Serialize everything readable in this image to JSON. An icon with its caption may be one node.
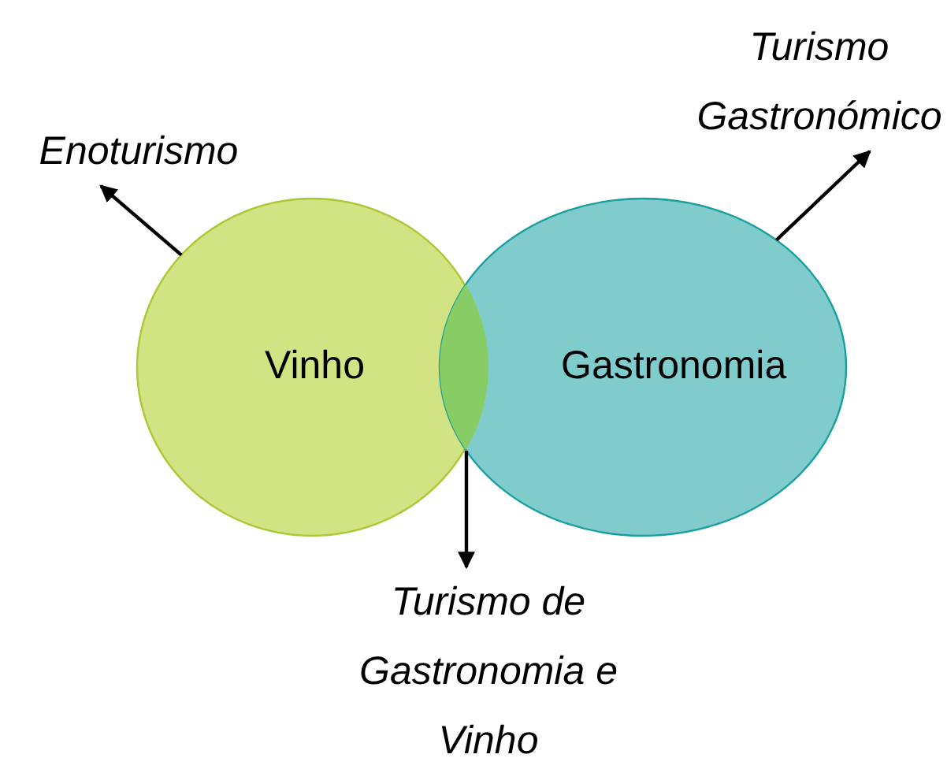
{
  "diagram": {
    "nodes": [
      {
        "text": [
          "Enoturismo"
        ]
      },
      {
        "text": [
          "Turismo Gastronómico"
        ]
      },
      {
        "text": [
          "Vinho"
        ]
      },
      {
        "text": [
          "Gastronomia"
        ]
      },
      {
        "text": [],
        "shape": "lens"
      },
      {
        "text": [
          "Turismo de Gastronomia e Vinho"
        ]
      }
    ],
    "edges": [
      {
        "from": 2,
        "to": 0,
        "arrow": "to"
      },
      {
        "from": 3,
        "to": 1,
        "arrow": "to"
      },
      {
        "from": 4,
        "to": 5,
        "arrow": "to"
      }
    ]
  }
}
